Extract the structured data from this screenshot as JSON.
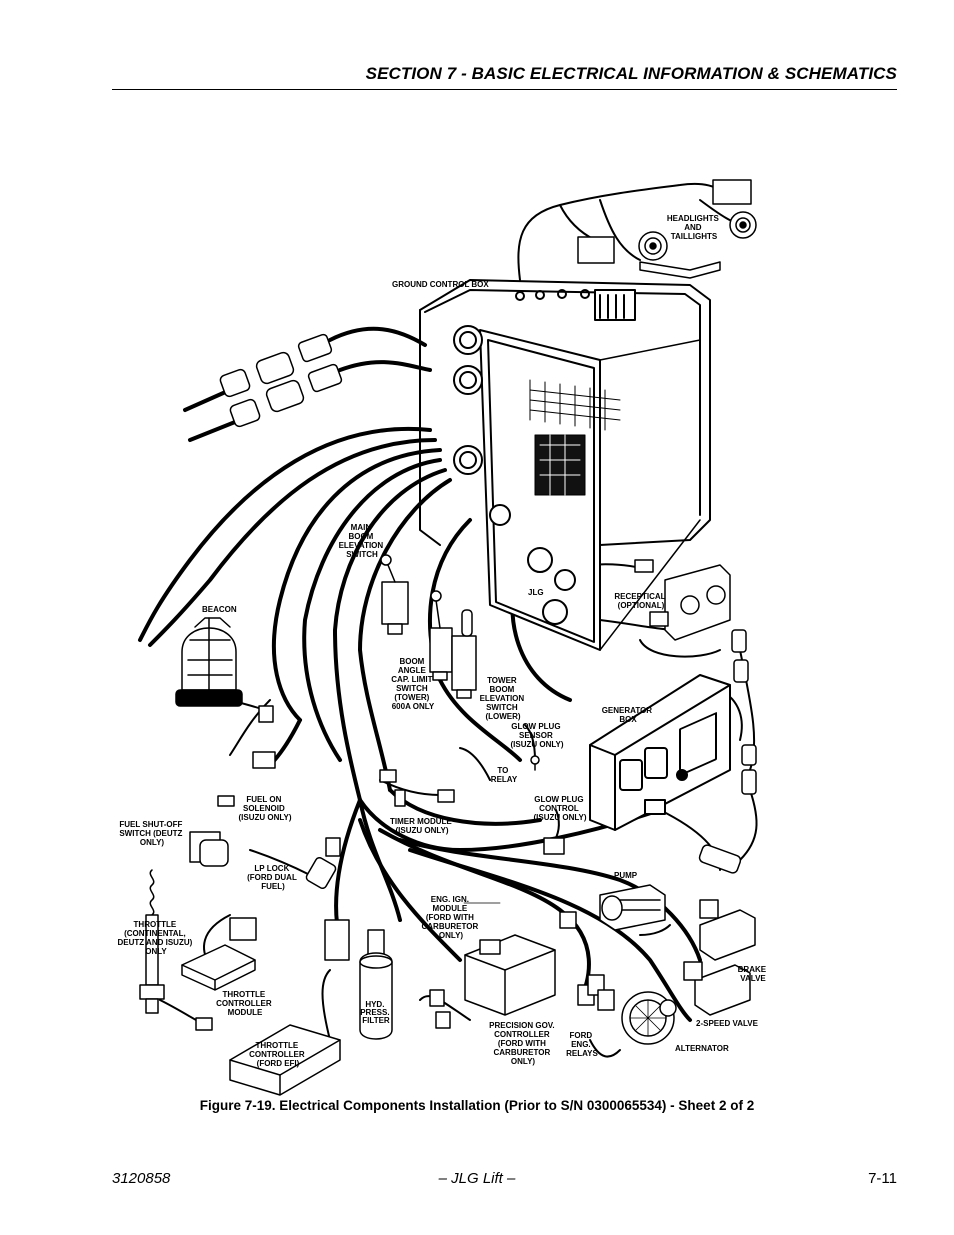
{
  "header": {
    "section_title": "SECTION 7 - BASIC ELECTRICAL INFORMATION & SCHEMATICS"
  },
  "figure": {
    "labels": {
      "ground_control_box": "GROUND CONTROL BOX",
      "headlights": [
        "HEADLIGHTS",
        "AND",
        "TAILLIGHTS"
      ],
      "main_boom_switch": [
        "MAIN",
        "BOOM",
        "ELEVATION",
        "SWITCH"
      ],
      "beacon": "BEACON",
      "boom_angle": [
        "BOOM",
        "ANGLE",
        "CAP. LIMIT",
        "SWITCH",
        "(TOWER)",
        "600A ONLY"
      ],
      "tower_boom": [
        "TOWER",
        "BOOM",
        "ELEVATION",
        "SWITCH",
        "(LOWER)"
      ],
      "receptical": [
        "RECEPTICAL",
        "(OPTIONAL)"
      ],
      "generator_box": [
        "GENERATOR",
        "BOX"
      ],
      "glow_plug_sensor": [
        "GLOW PLUG",
        "SENSOR",
        "(ISUZU ONLY)"
      ],
      "to_relay": [
        "TO",
        "RELAY"
      ],
      "fuel_on_solenoid": [
        "FUEL ON",
        "SOLENOID",
        "(ISUZU ONLY)"
      ],
      "timer_module": [
        "TIMER MODULE",
        "(ISUZU ONLY)"
      ],
      "glow_plug_control": [
        "GLOW PLUG",
        "CONTROL",
        "(ISUZU ONLY)"
      ],
      "fuel_shutoff": [
        "FUEL SHUT-OFF",
        "SWITCH (DEUTZ",
        "ONLY)"
      ],
      "lp_lock": [
        "LP LOCK",
        "(FORD DUAL",
        "FUEL)"
      ],
      "pump": "PUMP",
      "throttle": [
        "THROTTLE",
        "(CONTINENTAL,",
        "DEUTZ AND ISUZU)",
        "ONLY"
      ],
      "eng_ign_module": [
        "ENG. IGN.",
        "MODULE",
        "(FORD WITH",
        "CARBURETOR",
        "ONLY)"
      ],
      "brake_valve": [
        "BRAKE",
        "VALVE"
      ],
      "throttle_controller_module": [
        "THROTTLE",
        "CONTROLLER",
        "MODULE"
      ],
      "hyd_press_filter": [
        "HYD.",
        "PRESS.",
        "FILTER"
      ],
      "two_speed_valve": "2-SPEED VALVE",
      "throttle_controller_efi": [
        "THROTTLE",
        "CONTROLLER",
        "(FORD EFI)"
      ],
      "precision_gov": [
        "PRECISION GOV.",
        "CONTROLLER",
        "(FORD WITH",
        "CARBURETOR",
        "ONLY)"
      ],
      "ford_eng_relays": [
        "FORD",
        "ENG.",
        "RELAYS"
      ],
      "alternator": "ALTERNATOR",
      "box_logo": "JLG"
    }
  },
  "caption": "Figure 7-19.  Electrical Components Installation (Prior to S/N 0300065534) - Sheet 2 of 2",
  "footer": {
    "doc_number": "3120858",
    "brand": "– JLG Lift –",
    "page": "7-11"
  }
}
